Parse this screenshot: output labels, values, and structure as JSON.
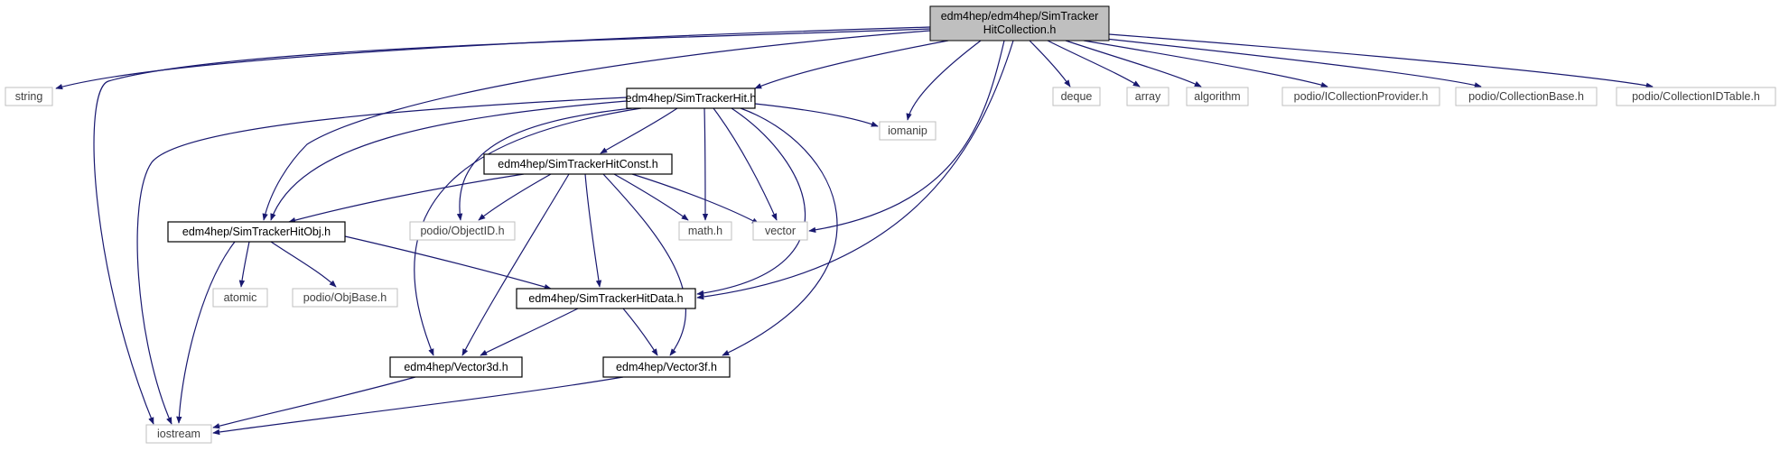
{
  "colors": {
    "edge": "#191970",
    "root_fill": "#bfbfbf",
    "local_border": "#000000",
    "external_border": "#bfbfbf",
    "external_text": "#3f3f3f"
  },
  "nodes": {
    "root": {
      "line1": "edm4hep/edm4hep/SimTracker",
      "line2": "HitCollection.h"
    },
    "string": "string",
    "simtrackerhit": "edm4hep/SimTrackerHit.h",
    "deque": "deque",
    "array": "array",
    "algorithm": "algorithm",
    "icollectionprovider": "podio/ICollectionProvider.h",
    "collectionbase": "podio/CollectionBase.h",
    "collectionidtable": "podio/CollectionIDTable.h",
    "simtrackerhitconst": "edm4hep/SimTrackerHitConst.h",
    "iomanip": "iomanip",
    "simtrackerhitobj": "edm4hep/SimTrackerHitObj.h",
    "objectid": "podio/ObjectID.h",
    "math": "math.h",
    "vector": "vector",
    "atomic": "atomic",
    "objbase": "podio/ObjBase.h",
    "simtrackerhitdata": "edm4hep/SimTrackerHitData.h",
    "vector3d": "edm4hep/Vector3d.h",
    "vector3f": "edm4hep/Vector3f.h",
    "iostream": "iostream"
  },
  "edges": [
    [
      "root",
      "string"
    ],
    [
      "root",
      "iostream"
    ],
    [
      "root",
      "simtrackerhitobj"
    ],
    [
      "root",
      "simtrackerhit"
    ],
    [
      "root",
      "iomanip"
    ],
    [
      "root",
      "vector"
    ],
    [
      "root",
      "simtrackerhitdata"
    ],
    [
      "root",
      "deque"
    ],
    [
      "root",
      "array"
    ],
    [
      "root",
      "algorithm"
    ],
    [
      "root",
      "icollectionprovider"
    ],
    [
      "root",
      "collectionbase"
    ],
    [
      "root",
      "collectionidtable"
    ],
    [
      "simtrackerhit",
      "iostream"
    ],
    [
      "simtrackerhit",
      "simtrackerhitobj"
    ],
    [
      "simtrackerhit",
      "simtrackerhitconst"
    ],
    [
      "simtrackerhit",
      "objectid"
    ],
    [
      "simtrackerhit",
      "vector3d"
    ],
    [
      "simtrackerhit",
      "math"
    ],
    [
      "simtrackerhit",
      "vector"
    ],
    [
      "simtrackerhit",
      "iomanip"
    ],
    [
      "simtrackerhit",
      "simtrackerhitdata"
    ],
    [
      "simtrackerhit",
      "vector3f"
    ],
    [
      "simtrackerhitconst",
      "simtrackerhitobj"
    ],
    [
      "simtrackerhitconst",
      "objectid"
    ],
    [
      "simtrackerhitconst",
      "math"
    ],
    [
      "simtrackerhitconst",
      "vector"
    ],
    [
      "simtrackerhitconst",
      "simtrackerhitdata"
    ],
    [
      "simtrackerhitconst",
      "vector3d"
    ],
    [
      "simtrackerhitconst",
      "vector3f"
    ],
    [
      "simtrackerhitobj",
      "atomic"
    ],
    [
      "simtrackerhitobj",
      "objbase"
    ],
    [
      "simtrackerhitobj",
      "simtrackerhitdata"
    ],
    [
      "simtrackerhitobj",
      "iostream"
    ],
    [
      "simtrackerhitdata",
      "vector3d"
    ],
    [
      "simtrackerhitdata",
      "vector3f"
    ],
    [
      "vector3d",
      "iostream"
    ],
    [
      "vector3f",
      "iostream"
    ]
  ]
}
